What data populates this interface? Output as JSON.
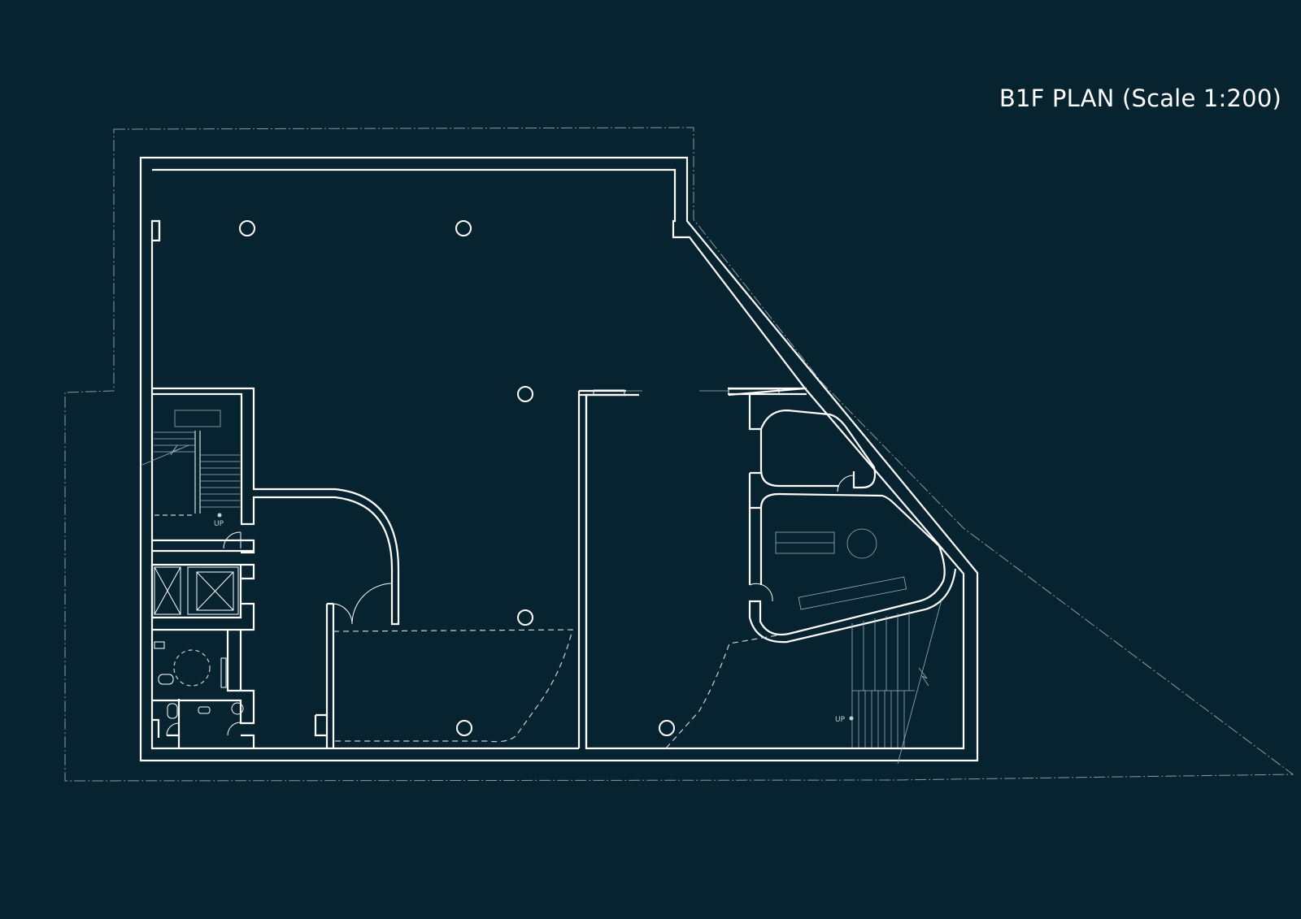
{
  "title": "B1F PLAN (Scale 1:200)",
  "labels": {
    "stair_left": "UP",
    "stair_right": "UP"
  },
  "colors": {
    "background": "#072330",
    "lines": "#ffffff"
  }
}
